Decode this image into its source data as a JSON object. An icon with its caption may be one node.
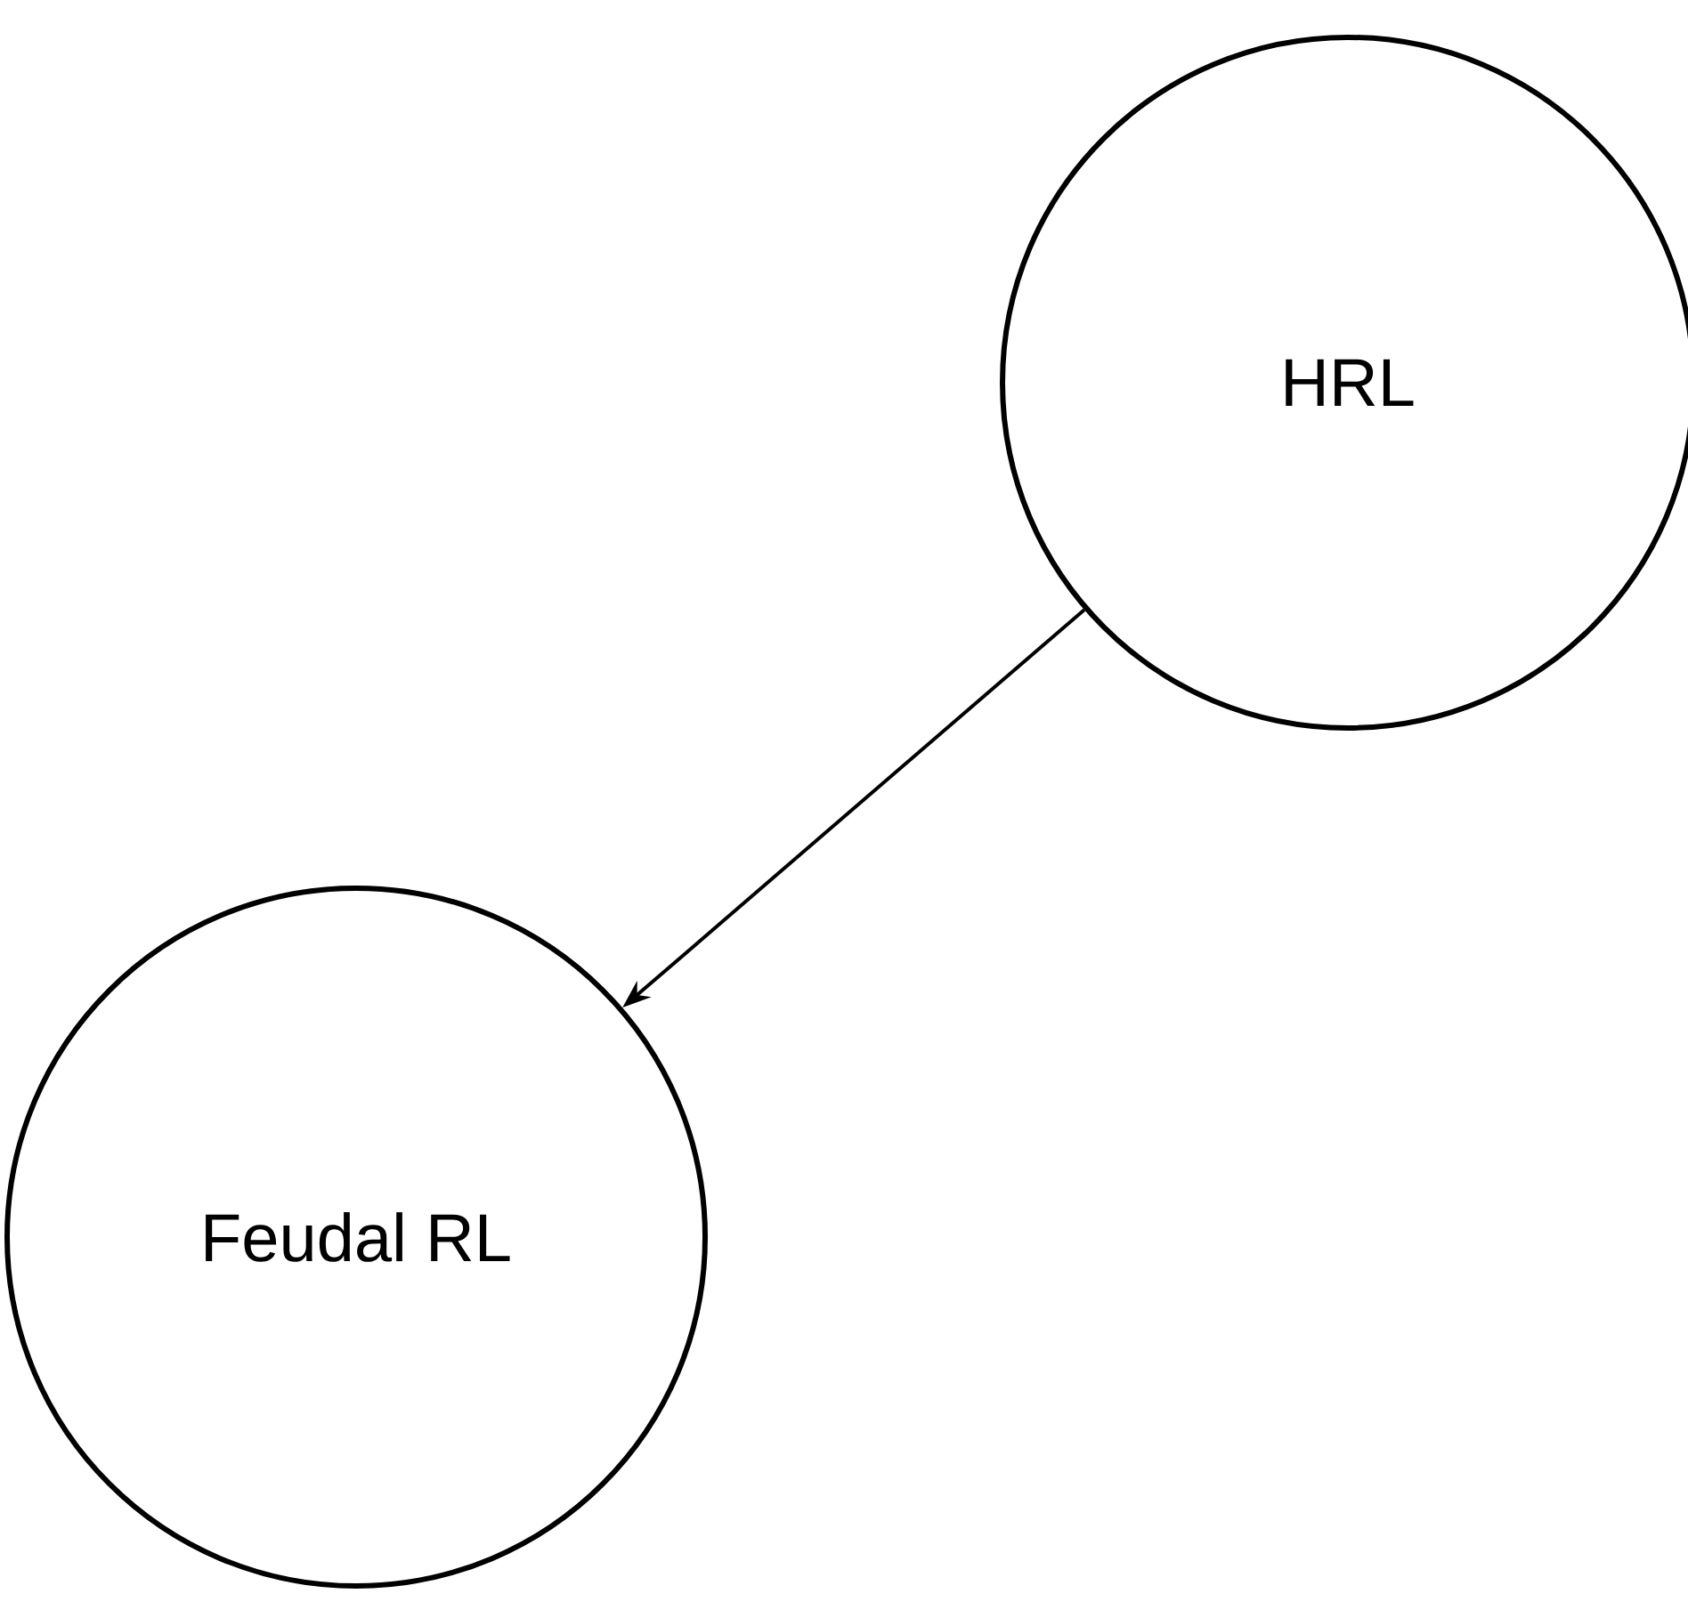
{
  "diagram": {
    "nodes": [
      {
        "text": [
          "HRL"
        ]
      },
      {
        "text": [
          "Feudal RL"
        ]
      }
    ],
    "edges": [
      {
        "from": 0,
        "to": 1,
        "arrow": "to"
      }
    ]
  }
}
